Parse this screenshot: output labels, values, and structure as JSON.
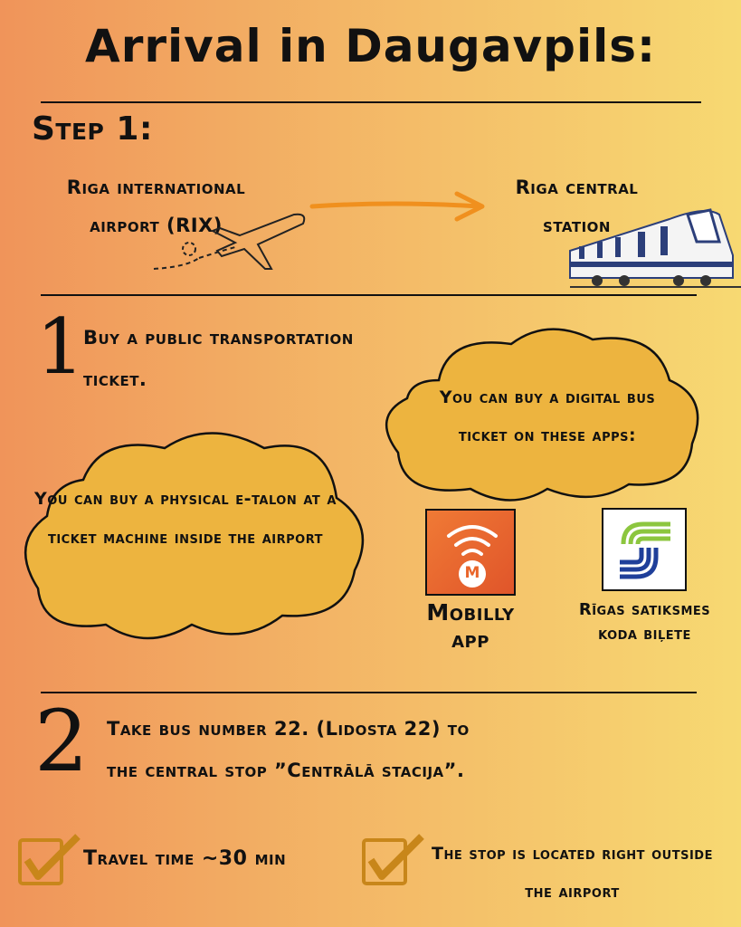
{
  "title": "Arrival in Daugavpils:",
  "step1": {
    "heading": "Step 1:",
    "from": "Riga international airport (RIX)",
    "to": "Riga central station"
  },
  "item1": {
    "number": "1",
    "text": "Buy a public transportation ticket.",
    "physical_cloud": "You can buy a physical e-talon at a ticket machine inside the airport",
    "digital_cloud": "You can buy a digital bus ticket on these apps:",
    "apps": [
      {
        "name": "Mobilly app",
        "logo_letter": "M"
      },
      {
        "name": "Rīgas satiksmes koda biļete"
      }
    ]
  },
  "item2": {
    "number": "2",
    "text": "Take bus number 22. (Lidosta 22) to the central stop ”Centrālā stacija”."
  },
  "checks": [
    "Travel time ~30 min",
    "The stop is located right outside the airport"
  ],
  "colors": {
    "arrow": "#F0901E",
    "cloud": "#EDB43F",
    "check": "#C8861A",
    "mobilly": "#E9652A"
  }
}
